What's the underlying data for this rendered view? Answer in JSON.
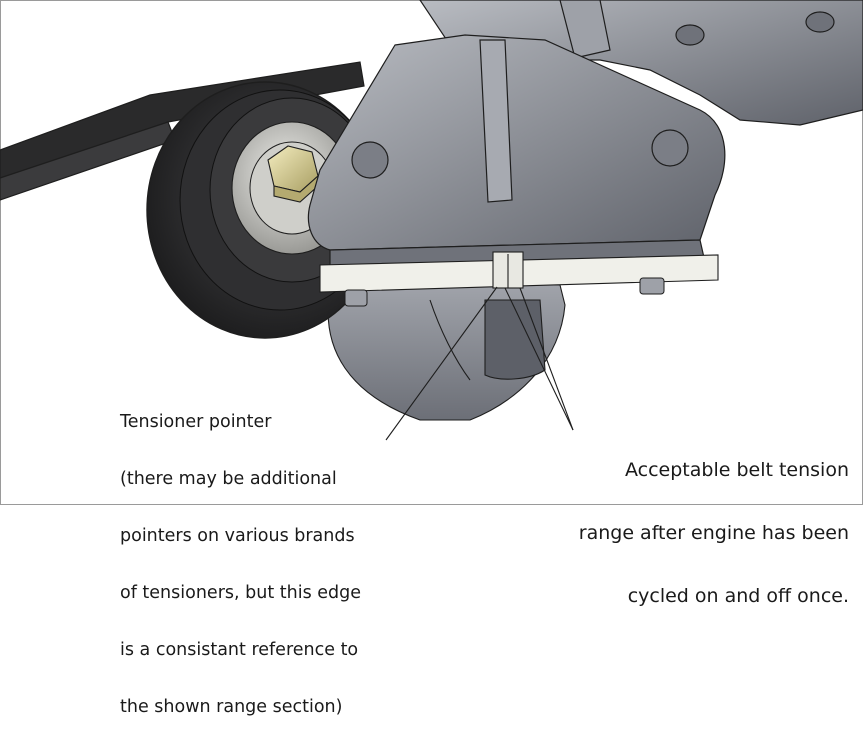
{
  "annotations": {
    "tensioner_pointer": {
      "lines": [
        "Tensioner pointer",
        "(there may be additional",
        "pointers on various brands",
        "of tensioners, but this edge",
        "is a consistant reference to",
        "the shown range section)"
      ]
    },
    "belt_tension": {
      "lines": [
        "Acceptable belt tension",
        "range after engine has been",
        "cycled on and off once."
      ]
    }
  },
  "colors": {
    "housing": "#8c8f96",
    "housing_dark": "#5f626a",
    "pulley": "#2e2e30",
    "bolt": "#d9d19a",
    "plate": "#f0f0ea",
    "outline": "#1e1e1e"
  }
}
